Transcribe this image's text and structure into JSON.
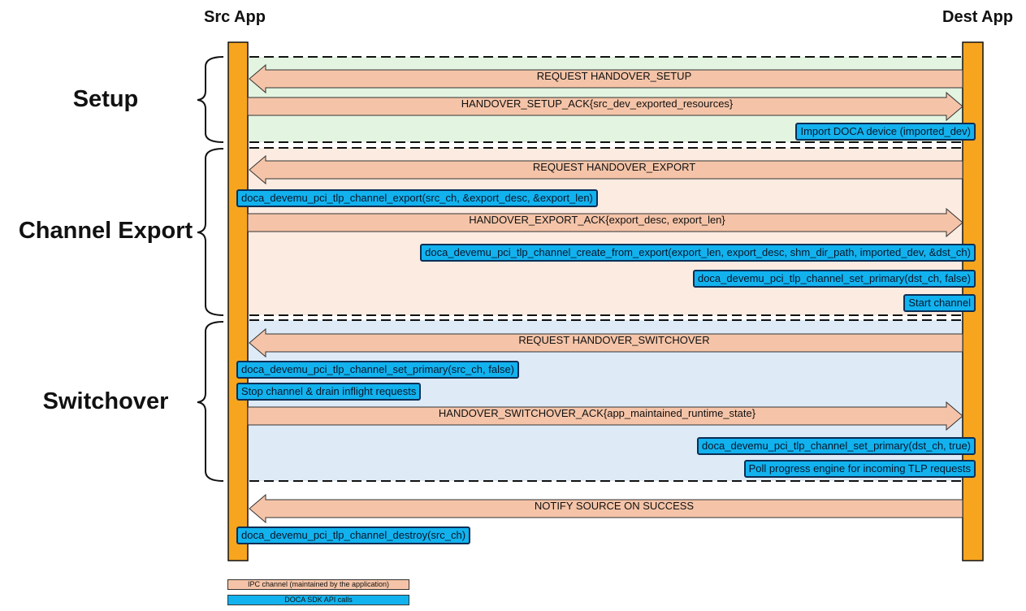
{
  "lifelines": {
    "src": "Src App",
    "dest": "Dest App"
  },
  "sections": {
    "setup": "Setup",
    "export": "Channel Export",
    "switchover": "Switchover"
  },
  "messages": {
    "m1": "REQUEST HANDOVER_SETUP",
    "m2": "HANDOVER_SETUP_ACK{src_dev_exported_resources}",
    "m3": "REQUEST HANDOVER_EXPORT",
    "m4": "HANDOVER_EXPORT_ACK{export_desc, export_len}",
    "m5": "REQUEST HANDOVER_SWITCHOVER",
    "m6": "HANDOVER_SWITCHOVER_ACK{app_maintained_runtime_state}",
    "m7": "NOTIFY SOURCE ON SUCCESS"
  },
  "api_calls": {
    "a1": "Import DOCA device (imported_dev)",
    "a2": "doca_devemu_pci_tlp_channel_export(src_ch, &export_desc, &export_len)",
    "a3": "doca_devemu_pci_tlp_channel_create_from_export(export_len, export_desc, shm_dir_path, imported_dev, &dst_ch)",
    "a4": "doca_devemu_pci_tlp_channel_set_primary(dst_ch, false)",
    "a5": "Start channel",
    "a6": "doca_devemu_pci_tlp_channel_set_primary(src_ch, false)",
    "a7": "Stop channel & drain inflight requests",
    "a8": "doca_devemu_pci_tlp_channel_set_primary(dst_ch, true)",
    "a9": "Poll progress engine for incoming TLP requests",
    "a10": "doca_devemu_pci_tlp_channel_destroy(src_ch)"
  },
  "legend": {
    "ipc": "IPC channel (maintained by the application)",
    "sdk": "DOCA SDK API calls"
  },
  "colors": {
    "lifeline": "#f7a51f",
    "ipc_arrow": "#f5c4a8",
    "api_box": "#12b2ee",
    "setup_bg": "#e3f4e1",
    "export_bg": "#fcebe1",
    "switchover_bg": "#deebf7"
  }
}
